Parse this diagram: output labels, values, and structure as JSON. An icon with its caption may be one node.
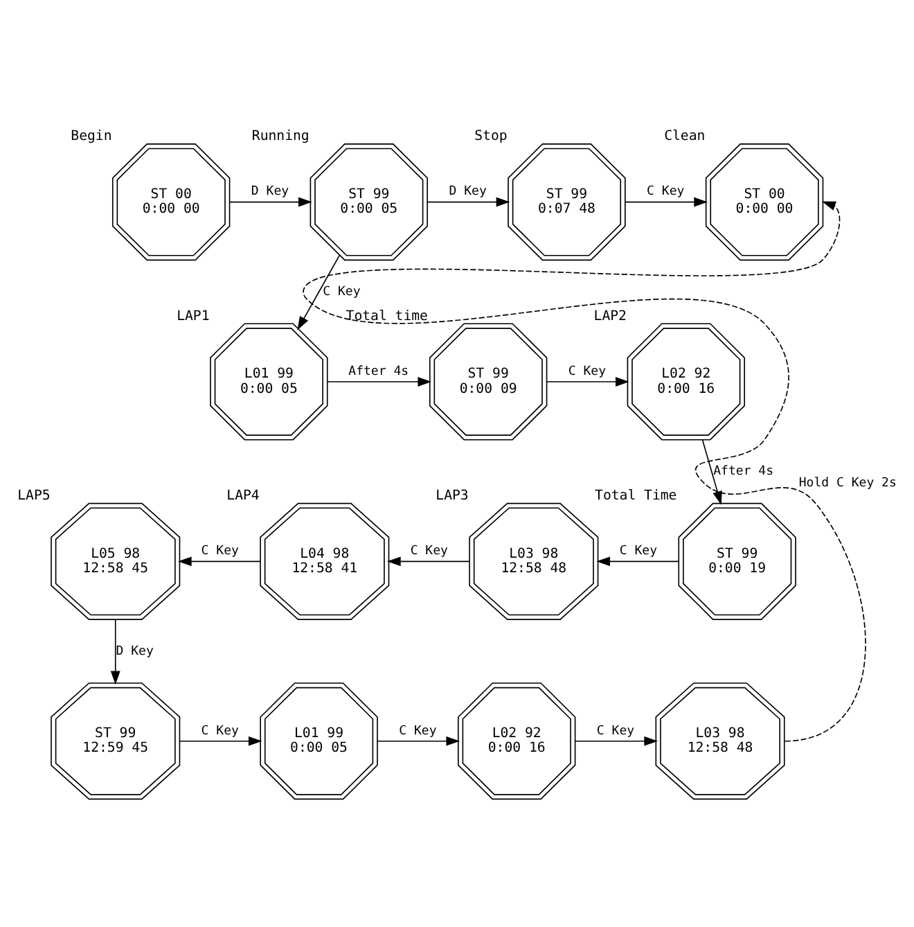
{
  "diagram": {
    "nodes": [
      {
        "text": [
          "ST 00",
          "0:00 00"
        ],
        "beside": [
          "Begin"
        ]
      },
      {
        "text": [
          "ST 99",
          "0:00 05"
        ],
        "beside": [
          "Running"
        ]
      },
      {
        "text": [
          "ST 99",
          "0:07 48"
        ],
        "beside": [
          "Stop"
        ]
      },
      {
        "text": [
          "ST 00",
          "0:00 00"
        ],
        "beside": [
          "Clean"
        ]
      },
      {
        "text": [
          "L01 99",
          "0:00 05"
        ],
        "beside": [
          "LAP1"
        ]
      },
      {
        "text": [
          "ST 99",
          "0:00 09"
        ],
        "beside": [
          "Total time"
        ]
      },
      {
        "text": [
          "L02 92",
          "0:00 16"
        ],
        "beside": [
          "LAP2"
        ]
      },
      {
        "text": [
          "ST 99",
          "0:00 19"
        ],
        "beside": [
          "Total Time"
        ]
      },
      {
        "text": [
          "L03 98",
          "12:58 48"
        ],
        "beside": [
          "LAP3"
        ]
      },
      {
        "text": [
          "L04 98",
          "12:58 41"
        ],
        "beside": [
          "LAP4"
        ]
      },
      {
        "text": [
          "L05 98",
          "12:58 45"
        ],
        "beside": [
          "LAP5"
        ]
      },
      {
        "text": [
          "ST 99",
          "12:59 45"
        ]
      },
      {
        "text": [
          "L01 99",
          "0:00 05"
        ]
      },
      {
        "text": [
          "L02 92",
          "0:00 16"
        ]
      },
      {
        "text": [
          "L03 98",
          "12:58 48"
        ]
      }
    ],
    "edges": [
      {
        "from": 0,
        "to": 1,
        "arrow": "to",
        "label": "D Key"
      },
      {
        "from": 1,
        "to": 2,
        "arrow": "to",
        "label": "D Key"
      },
      {
        "from": 2,
        "to": 3,
        "arrow": "to",
        "label": "C Key"
      },
      {
        "from": 1,
        "to": 4,
        "arrow": "to",
        "label": "C Key"
      },
      {
        "from": 4,
        "to": 5,
        "arrow": "to",
        "label": "After 4s"
      },
      {
        "from": 5,
        "to": 6,
        "arrow": "to",
        "label": "C Key"
      },
      {
        "from": 6,
        "to": 7,
        "arrow": "to",
        "label": "After 4s"
      },
      {
        "from": 7,
        "to": 8,
        "arrow": "to",
        "label": "C Key"
      },
      {
        "from": 8,
        "to": 9,
        "arrow": "to",
        "label": "C Key"
      },
      {
        "from": 9,
        "to": 10,
        "arrow": "to",
        "label": "C Key"
      },
      {
        "from": 10,
        "to": 11,
        "arrow": "to",
        "label": "D Key"
      },
      {
        "from": 11,
        "to": 12,
        "arrow": "to",
        "label": "C Key"
      },
      {
        "from": 12,
        "to": 13,
        "arrow": "to",
        "label": "C Key"
      },
      {
        "from": 13,
        "to": 14,
        "arrow": "to",
        "label": "C Key"
      },
      {
        "from": 14,
        "to": 3,
        "arrow": "to",
        "label": "Hold C Key 2s",
        "style": "dashed"
      }
    ]
  }
}
